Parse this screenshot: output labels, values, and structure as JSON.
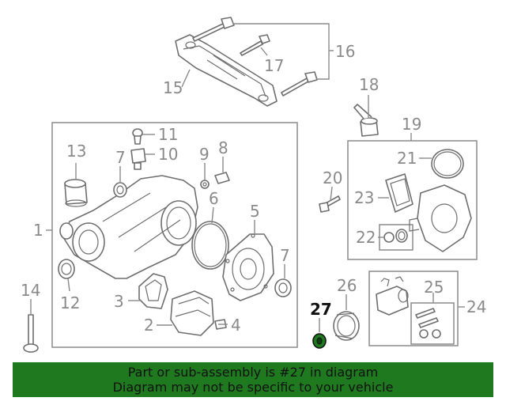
{
  "diagram": {
    "callouts": [
      "1",
      "2",
      "3",
      "4",
      "5",
      "6",
      "7",
      "7",
      "8",
      "9",
      "10",
      "11",
      "12",
      "13",
      "14",
      "15",
      "16",
      "17",
      "18",
      "19",
      "20",
      "21",
      "22",
      "23",
      "24",
      "25",
      "26",
      "27"
    ],
    "highlighted_callout": "27",
    "colors": {
      "banner": "#1f7a1f",
      "part_lines": "#6e6e6e",
      "callout_text": "#8a8a8a",
      "highlight_part": "#1f7a1f"
    }
  },
  "banner": {
    "line1": "Part or sub-assembly is #27 in diagram",
    "line2": "Diagram may not be specific to your vehicle"
  }
}
